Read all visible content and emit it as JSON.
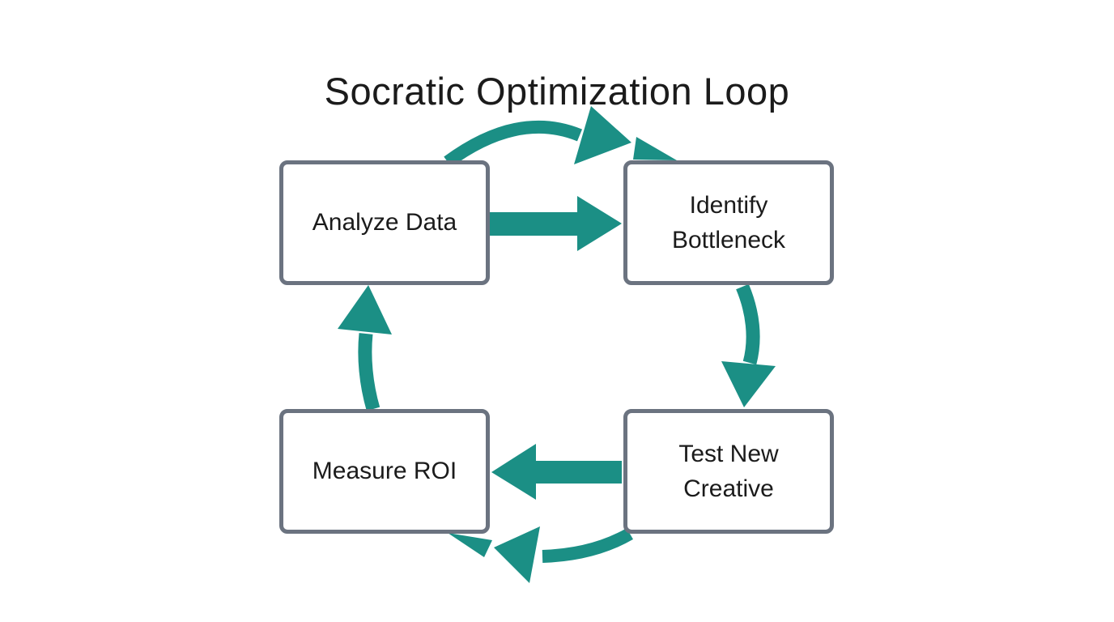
{
  "title": "Socratic Optimization Loop",
  "nodes": [
    {
      "id": "analyze-data",
      "label": "Analyze Data"
    },
    {
      "id": "identify-bottleneck",
      "label": "Identify Bottleneck"
    },
    {
      "id": "test-new-creative",
      "label": "Test New Creative"
    },
    {
      "id": "measure-roi",
      "label": "Measure ROI"
    }
  ],
  "edges": [
    {
      "from": "Analyze Data",
      "to": "Identify Bottleneck",
      "style": "straight-and-curved-top"
    },
    {
      "from": "Identify Bottleneck",
      "to": "Test New Creative",
      "style": "curved-down"
    },
    {
      "from": "Test New Creative",
      "to": "Measure ROI",
      "style": "straight-and-curved-bottom"
    },
    {
      "from": "Measure ROI",
      "to": "Analyze Data",
      "style": "curved-up"
    }
  ],
  "colors": {
    "arrow": "#1b8f85",
    "box_border": "#6b7380",
    "box_fill": "#ffffff",
    "text": "#1b1b1b",
    "background": "#ffffff"
  }
}
